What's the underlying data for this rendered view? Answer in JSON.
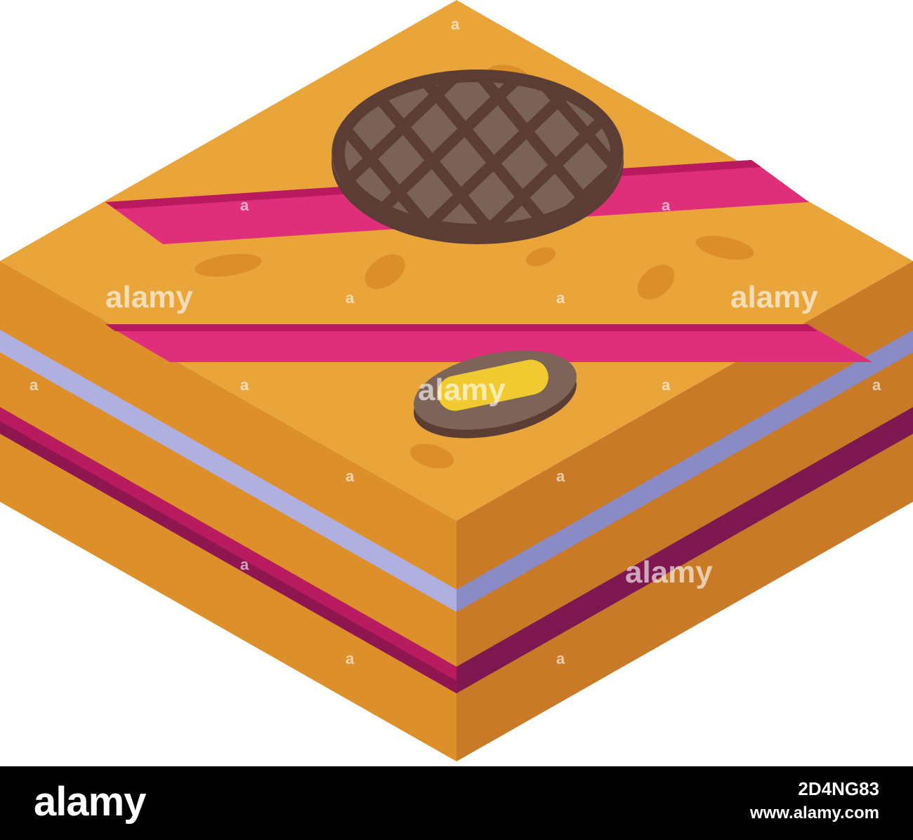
{
  "image": {
    "subject": "isometric-layered-dessert-square",
    "colors": {
      "background": "#ffffff",
      "top_face": "#e9a53a",
      "left_face": "#dd8f2a",
      "right_face": "#c97a27",
      "jam_stripe": "#df2f7a",
      "jam_stripe_dark": "#b8195f",
      "lavender_layer": "#b0b0e0",
      "lavender_layer_dark": "#8a8ac4",
      "berry_layer": "#b81c5e",
      "berry_layer_dark": "#7f1851",
      "waffle_chocolate": "#5c3d35",
      "waffle_edge": "#7a6256",
      "nut_brown": "#7d6358",
      "nut_center": "#f1ca31",
      "almond_spots": "#dc8e2a"
    }
  },
  "watermark": {
    "text": "alamy",
    "mark": "a"
  },
  "footer": {
    "brand": "alamy",
    "image_id": "2D4NG83",
    "url": "www.alamy.com"
  }
}
